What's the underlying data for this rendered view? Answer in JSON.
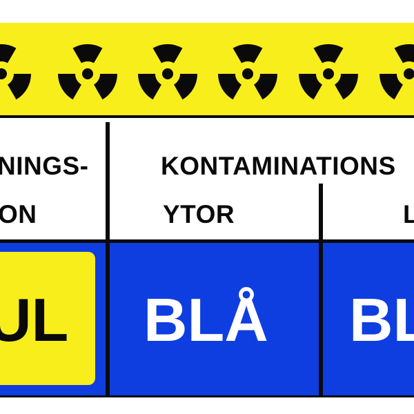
{
  "sign": {
    "header": {
      "col1_line1": "NINGS-",
      "col1_line2": "ON",
      "col2_line1": "KONTAMINATIONS",
      "col2_line2": "YTOR",
      "col3_line2": "L"
    },
    "labels": {
      "yellow_cell": "UL",
      "blue_cell_1": "BLÅ",
      "blue_cell_2": "BL"
    },
    "symbols": {
      "icon": "radiation-trefoil-icon",
      "count": 6
    },
    "colors": {
      "yellow": "#f8ee1c",
      "blue": "#0f3ee0",
      "black": "#0a0a0a",
      "white": "#ffffff"
    }
  }
}
